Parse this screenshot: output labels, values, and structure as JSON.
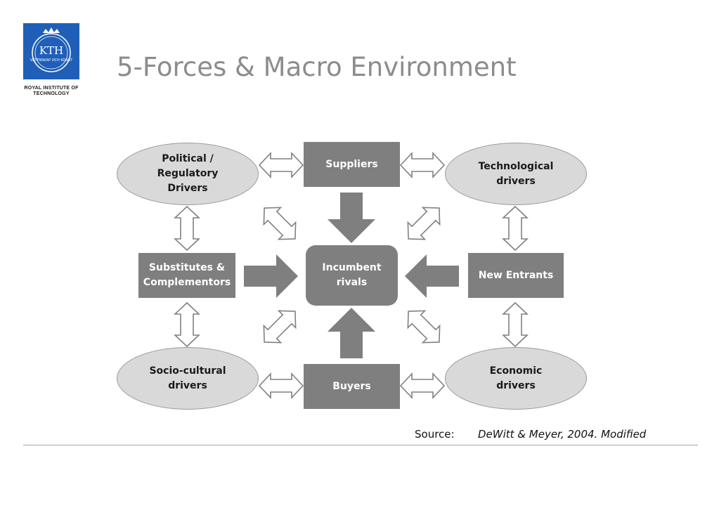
{
  "slide": {
    "title": "5-Forces & Macro Environment",
    "logo_text": "KTH",
    "logo_motto": "VETENSKAP OCH KONST",
    "logo_caption": "ROYAL INSTITUTE OF TECHNOLOGY",
    "source_label": "Source:",
    "source_text": "DeWitt & Meyer, 2004. Modified"
  },
  "diagram": {
    "forces": {
      "suppliers": "Suppliers",
      "rivals": "Incumbent rivals",
      "substitutes": "Substitutes & Complementors",
      "new_entrants": "New Entrants",
      "buyers": "Buyers"
    },
    "drivers": {
      "political": "Political / Regulatory Drivers",
      "technological": "Technological drivers",
      "socio_cultural": "Socio-cultural drivers",
      "economic": "Economic drivers"
    },
    "colors": {
      "force_box": "#7f7f7f",
      "driver_ellipse": "#d9d9d9",
      "arrow_outline": "#808080",
      "title": "#8c8c8c",
      "logo": "#1f5fb8"
    }
  }
}
